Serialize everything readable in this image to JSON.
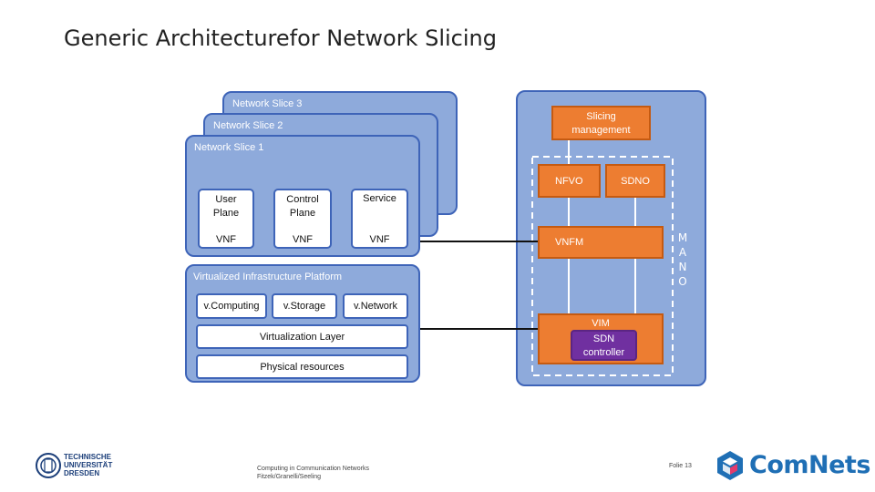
{
  "title": "Generic Architecturefor Network Slicing",
  "slices": {
    "slice3": "Network Slice 3",
    "slice2": "Network Slice 2",
    "slice1": "Network Slice 1",
    "functions": [
      {
        "top": "User\nPlane",
        "bottom": "VNF"
      },
      {
        "top": "Control\nPlane",
        "bottom": "VNF"
      },
      {
        "top": "Service",
        "bottom": "VNF"
      }
    ]
  },
  "infra": {
    "label": "Virtualized Infrastructure Platform",
    "resources": [
      "v.Computing",
      "v.Storage",
      "v.Network"
    ],
    "virt_layer": "Virtualization Layer",
    "physical": "Physical resources"
  },
  "mano": {
    "slicing_mgmt": "Slicing\nmanagement",
    "nfvo": "NFVO",
    "sdno": "SDNO",
    "vnfm": "VNFM",
    "vim": "VIM",
    "sdn_controller": "SDN\ncontroller",
    "letters": [
      "M",
      "A",
      "N",
      "O"
    ]
  },
  "footer": {
    "university_logo": "TECHNISCHE UNIVERSITÄT DRESDEN",
    "course": "Computing in Communication Networks",
    "authors": "Fitzek/Granelli/Seeling",
    "slide": "Folie 13",
    "brand": "ComNets"
  },
  "colors": {
    "slice_fill": "#8eaadb",
    "slice_border": "#3e64b8",
    "orange": "#ed7d31",
    "purple": "#7030a0",
    "brand_blue": "#1f6fb5"
  }
}
